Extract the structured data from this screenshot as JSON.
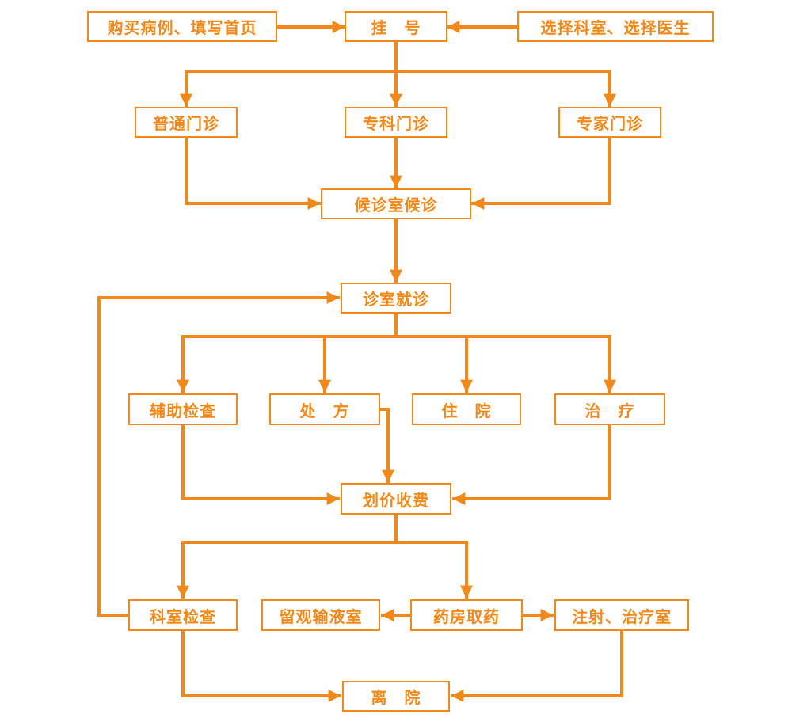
{
  "diagram": {
    "accent_color": "#F0891A",
    "background_color": "#FFFFFF",
    "nodes": [
      {
        "id": "buy-record",
        "label": "购买病例、填写首页"
      },
      {
        "id": "register",
        "label": "挂　号"
      },
      {
        "id": "select-doctor",
        "label": "选择科室、选择医生"
      },
      {
        "id": "general-clinic",
        "label": "普通门诊"
      },
      {
        "id": "specialist-clinic",
        "label": "专科门诊"
      },
      {
        "id": "expert-clinic",
        "label": "专家门诊"
      },
      {
        "id": "waiting-room",
        "label": "候诊室候诊"
      },
      {
        "id": "consulting-room",
        "label": "诊室就诊"
      },
      {
        "id": "auxiliary-exam",
        "label": "辅助检查"
      },
      {
        "id": "prescription",
        "label": "处　方"
      },
      {
        "id": "hospitalization",
        "label": "住　院"
      },
      {
        "id": "treatment",
        "label": "治　疗"
      },
      {
        "id": "pricing-payment",
        "label": "划价收费"
      },
      {
        "id": "department-exam",
        "label": "科室检查"
      },
      {
        "id": "observation-infusion",
        "label": "留观输液室"
      },
      {
        "id": "pharmacy",
        "label": "药房取药"
      },
      {
        "id": "injection-treatment",
        "label": "注射、治疗室"
      },
      {
        "id": "leave-hospital",
        "label": "离　院"
      }
    ],
    "edges": [
      {
        "from": "buy-record",
        "to": "register"
      },
      {
        "from": "select-doctor",
        "to": "register"
      },
      {
        "from": "register",
        "to": "general-clinic"
      },
      {
        "from": "register",
        "to": "specialist-clinic"
      },
      {
        "from": "register",
        "to": "expert-clinic"
      },
      {
        "from": "general-clinic",
        "to": "waiting-room"
      },
      {
        "from": "specialist-clinic",
        "to": "waiting-room"
      },
      {
        "from": "expert-clinic",
        "to": "waiting-room"
      },
      {
        "from": "waiting-room",
        "to": "consulting-room"
      },
      {
        "from": "consulting-room",
        "to": "auxiliary-exam"
      },
      {
        "from": "consulting-room",
        "to": "prescription"
      },
      {
        "from": "consulting-room",
        "to": "hospitalization"
      },
      {
        "from": "consulting-room",
        "to": "treatment"
      },
      {
        "from": "prescription",
        "to": "pricing-payment"
      },
      {
        "from": "auxiliary-exam",
        "to": "pricing-payment"
      },
      {
        "from": "treatment",
        "to": "pricing-payment"
      },
      {
        "from": "pricing-payment",
        "to": "department-exam"
      },
      {
        "from": "pricing-payment",
        "to": "pharmacy"
      },
      {
        "from": "pharmacy",
        "to": "observation-infusion"
      },
      {
        "from": "pharmacy",
        "to": "injection-treatment"
      },
      {
        "from": "department-exam",
        "to": "consulting-room"
      },
      {
        "from": "department-exam",
        "to": "leave-hospital"
      },
      {
        "from": "injection-treatment",
        "to": "leave-hospital"
      }
    ]
  }
}
